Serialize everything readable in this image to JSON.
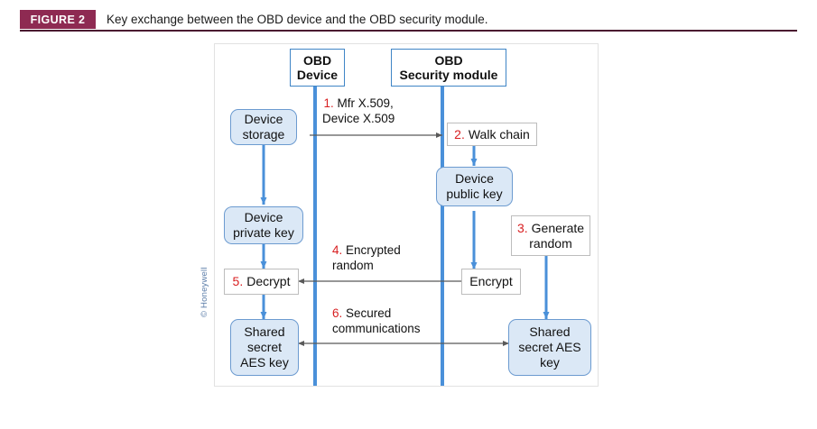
{
  "caption": {
    "badge": "FIGURE 2",
    "text": "Key exchange between the OBD device and the OBD security module."
  },
  "credit": "© Honeywell",
  "colors": {
    "badge_bg": "#8e2a52",
    "rule": "#4a1830",
    "lifeline": "#4a90d9",
    "node_blue_fill": "#dbe8f6",
    "node_blue_border": "#6c9bd0",
    "node_step_border": "#bdbdbd",
    "header_border": "#3f85c6",
    "step_number": "#d81f21",
    "arrow": "#595959",
    "frame_border": "#e2e2e2",
    "credit_text": "#5a7ca8"
  },
  "diagram": {
    "type": "sequence-flow",
    "lanes": [
      {
        "id": "obd-device",
        "title": "OBD\nDevice",
        "title_line1": "OBD",
        "title_line2": "Device"
      },
      {
        "id": "obd-security",
        "title": "OBD\nSecurity module",
        "title_line1": "OBD",
        "title_line2": "Security module"
      }
    ],
    "nodes": [
      {
        "id": "device-storage",
        "label_line1": "Device",
        "label_line2": "storage",
        "kind": "blue",
        "lane": "left"
      },
      {
        "id": "device-private-key",
        "label_line1": "Device",
        "label_line2": "private key",
        "kind": "blue",
        "lane": "left"
      },
      {
        "id": "decrypt",
        "step": "5.",
        "label": "Decrypt",
        "kind": "step",
        "lane": "left"
      },
      {
        "id": "shared-secret-aes-left",
        "label_line1": "Shared",
        "label_line2": "secret",
        "label_line3": "AES key",
        "kind": "blue",
        "lane": "left"
      },
      {
        "id": "walk-chain",
        "step": "2.",
        "label": "Walk chain",
        "kind": "step",
        "lane": "right"
      },
      {
        "id": "device-public-key",
        "label_line1": "Device",
        "label_line2": "public key",
        "kind": "blue",
        "lane": "right"
      },
      {
        "id": "generate-random",
        "step": "3.",
        "label_line1": "Generate",
        "label_line2": "random",
        "kind": "step",
        "lane": "right"
      },
      {
        "id": "encrypt",
        "label": "Encrypt",
        "kind": "step",
        "lane": "right"
      },
      {
        "id": "shared-secret-aes-right",
        "label_line1": "Shared",
        "label_line2": "secret AES",
        "label_line3": "key",
        "kind": "blue",
        "lane": "right"
      }
    ],
    "messages": [
      {
        "id": "msg-1",
        "step": "1.",
        "line1": " Mfr X.509,",
        "line2": "Device X.509",
        "direction": "left-to-right"
      },
      {
        "id": "msg-4",
        "step": "4.",
        "line1": " Encrypted",
        "line2": "random",
        "direction": "right-to-left"
      },
      {
        "id": "msg-6",
        "step": "6.",
        "line1": " Secured",
        "line2": "communications",
        "direction": "bidirectional"
      }
    ]
  }
}
